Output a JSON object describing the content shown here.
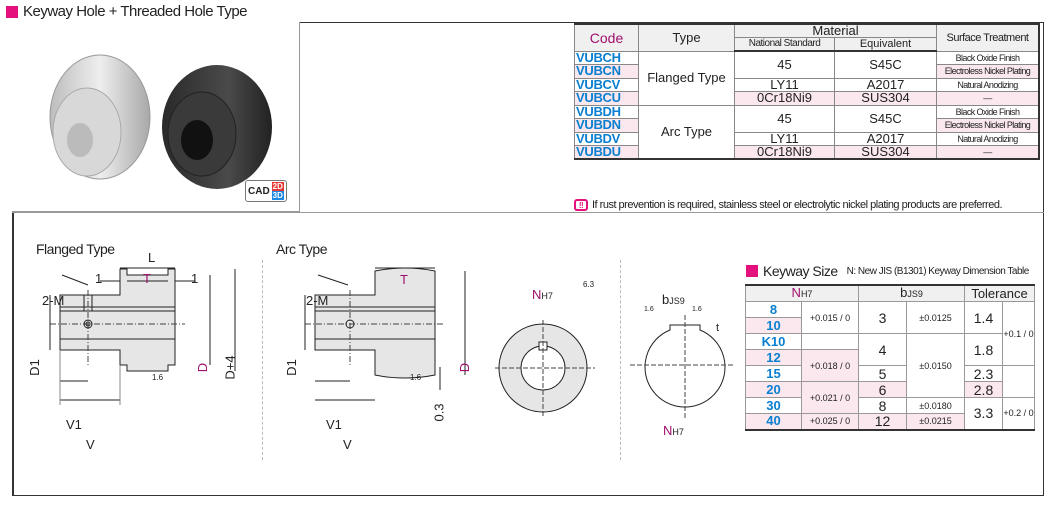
{
  "header": {
    "title": "Keyway Hole + Threaded Hole Type"
  },
  "colors": {
    "accent_pink": "#e4107b",
    "code_blue": "#0a7fd0",
    "label_magenta": "#a0106e",
    "row_pink": "#fbe8ee"
  },
  "cad_badge": {
    "label": "CAD",
    "top": "2D",
    "bottom": "3D"
  },
  "material_table": {
    "headers": {
      "code": "Code",
      "type": "Type",
      "material": "Material",
      "national": "National Standard",
      "equivalent": "Equivalent",
      "surface": "Surface Treatment"
    },
    "rows": [
      {
        "code": "VUBCH",
        "surface": "Black Oxide Finish"
      },
      {
        "code": "VUBCN",
        "surface": "Electroless Nickel Plating"
      },
      {
        "code": "VUBCV",
        "surface": "Natural Anodizing"
      },
      {
        "code": "VUBCU",
        "surface": "—"
      },
      {
        "code": "VUBDH",
        "surface": "Black Oxide Finish"
      },
      {
        "code": "VUBDN",
        "surface": "Electroless Nickel Plating"
      },
      {
        "code": "VUBDV",
        "surface": "Natural Anodizing"
      },
      {
        "code": "VUBDU",
        "surface": "—"
      }
    ],
    "types": [
      "Flanged Type",
      "Arc Type"
    ],
    "materials": [
      {
        "national": "45",
        "equivalent": "S45C"
      },
      {
        "national": "LY11",
        "equivalent": "A2017"
      },
      {
        "national": "0Cr18Ni9",
        "equivalent": "SUS304"
      }
    ]
  },
  "note": {
    "icon": "warning-icon",
    "text": "If rust prevention is required, stainless steel or electrolytic nickel plating products are preferred."
  },
  "diagrams": {
    "flanged": {
      "title": "Flanged Type",
      "labels": {
        "L": "L",
        "T": "T",
        "one": "1",
        "M": "2-M",
        "D1": "D1",
        "D": "D",
        "D4": "D+4",
        "V1": "V1",
        "V": "V",
        "rough": "1.6"
      }
    },
    "arc": {
      "title": "Arc Type",
      "labels": {
        "T": "T",
        "M": "2-M",
        "D1": "D1",
        "D": "D",
        "gap": "0.3",
        "V1": "V1",
        "V": "V",
        "rough": "1.6"
      }
    },
    "hole": {
      "N": "N",
      "H7": "H7",
      "rough": "6.3"
    },
    "shaft": {
      "b": "b",
      "JS9": "JS9",
      "t": "t",
      "N": "N",
      "H7": "H7",
      "rough": "1.6"
    }
  },
  "keyway": {
    "title": "Keyway Size",
    "subtitle": "N: New JIS (B1301) Keyway Dimension Table",
    "headers": {
      "N": "N",
      "NH7": "H7",
      "b": "b",
      "bJS9": "JS9",
      "tol": "Tolerance"
    },
    "n_values": [
      "8",
      "10",
      "K10",
      "12",
      "15",
      "20",
      "30",
      "40"
    ],
    "n_tol": [
      "+0.015 / 0",
      "+0.018 / 0",
      "+0.021 / 0",
      "+0.025 / 0"
    ],
    "b_values": [
      "3",
      "4",
      "5",
      "6",
      "8",
      "12"
    ],
    "b_tol": [
      "±0.0125",
      "±0.0150",
      "±0.0180",
      "±0.0215"
    ],
    "t_values": [
      "1.4",
      "1.8",
      "2.3",
      "2.8",
      "3.3"
    ],
    "t_tol": [
      "+0.1 / 0",
      "+0.2 / 0"
    ]
  }
}
